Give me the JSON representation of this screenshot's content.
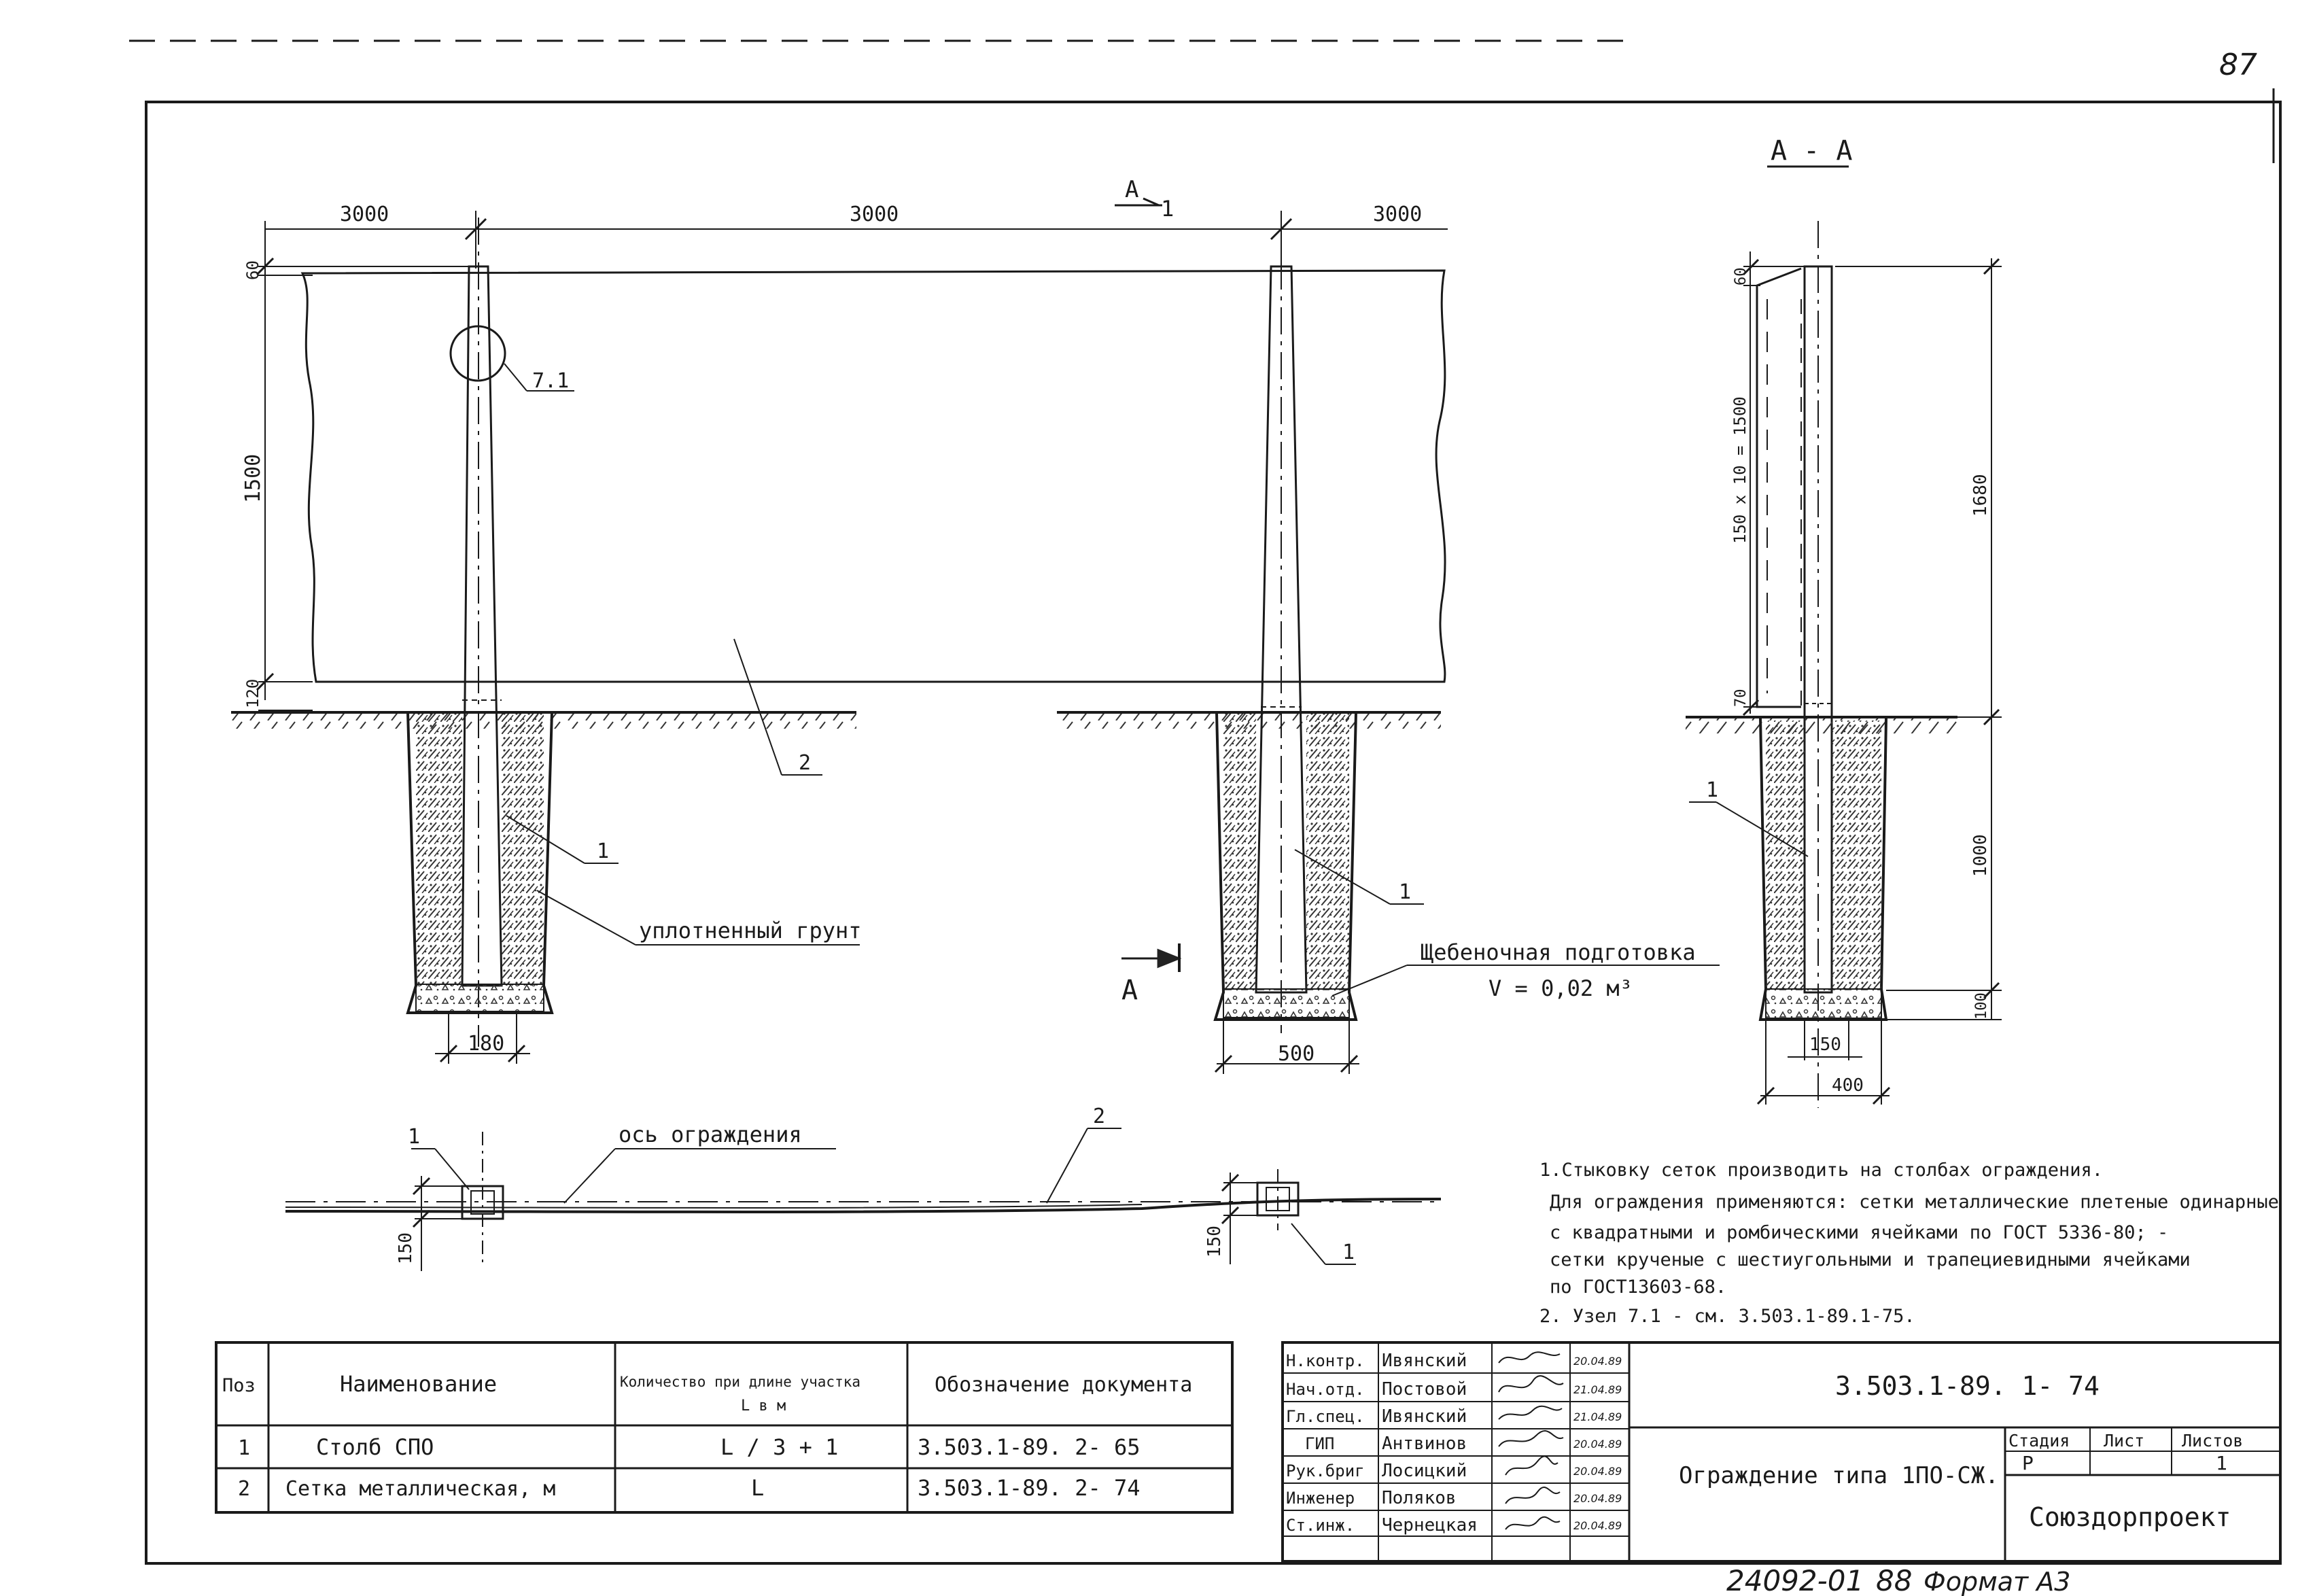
{
  "sheet_number": "87",
  "section_label": "А - А",
  "section_mark_top": "А",
  "section_mark_top_num": "1",
  "section_mark_side": "А",
  "dims": {
    "span_left": "3000",
    "span_mid": "3000",
    "span_right": "3000",
    "top_60": "60",
    "height_1500": "1500",
    "gap_120": "120",
    "footing_180": "180",
    "footing_500": "500",
    "sec_60": "60",
    "sec_mesh": "150 х 10 = 1500",
    "sec_1680": "1680",
    "sec_70": "70",
    "sec_1000": "1000",
    "sec_100": "100",
    "sec_150": "150",
    "sec_400": "400",
    "plan_150_left": "150",
    "plan_150_right": "150"
  },
  "callouts": {
    "node": "7.1",
    "post_left": "1",
    "mesh": "2",
    "post_right": "1",
    "sec_post": "1",
    "plan_post_left": "1",
    "plan_mesh": "2",
    "plan_post_right": "1"
  },
  "labels": {
    "compacted_soil": "уплотненный грунт",
    "gravel_title": "Щебеночная подготовка",
    "gravel_volume": "V = 0,02 м³",
    "fence_axis": "ось ограждения"
  },
  "notes": [
    "1.Стыковку сеток производить на столбах ограждения.",
    "Для ограждения применяются: сетки металлические плетеные одинарные",
    "с квадратными и ромбическими ячейками по ГОСТ 5336-80; -",
    "сетки крученые с шестиугольными и трапециевидными ячейками",
    "по ГОСТ13603-68.",
    "2. Узел 7.1 - см. 3.503.1-89.1-75."
  ],
  "spec_table": {
    "headers": [
      "Поз",
      "Наименование",
      "Количество при длине участка",
      "Обозначение документа"
    ],
    "header_sub": "L в м",
    "rows": [
      [
        "1",
        "Столб СПО",
        "L / 3 + 1",
        "3.503.1-89. 2- 65"
      ],
      [
        "2",
        "Сетка металлическая, м",
        "L",
        "3.503.1-89. 2- 74"
      ]
    ]
  },
  "title_block": {
    "doc_code": "3.503.1-89. 1- 74",
    "title": "Ограждение типа 1ПО-СЖ.",
    "stage_header": "Стадия",
    "sheet_header": "Лист",
    "sheets_header": "Листов",
    "stage": "Р",
    "sheet": "",
    "sheets": "1",
    "organization": "Союздорпроект",
    "people": [
      {
        "role": "Н.контр.",
        "name": "Ивянский",
        "date": "20.04.89"
      },
      {
        "role": "Нач.отд.",
        "name": "Постовой",
        "date": "21.04.89"
      },
      {
        "role": "Гл.спец.",
        "name": "Ивянский",
        "date": "21.04.89"
      },
      {
        "role": "ГИП",
        "name": "Антвинов",
        "date": "20.04.89"
      },
      {
        "role": "Рук.бриг",
        "name": "Лосицкий",
        "date": "20.04.89"
      },
      {
        "role": "Инженер",
        "name": "Поляков",
        "date": "20.04.89"
      },
      {
        "role": "Ст.инж.",
        "name": "Чернецкая",
        "date": "20.04.89"
      }
    ]
  },
  "footer": {
    "inventory": "24092-01",
    "page": "88",
    "format": "Формат А3"
  }
}
